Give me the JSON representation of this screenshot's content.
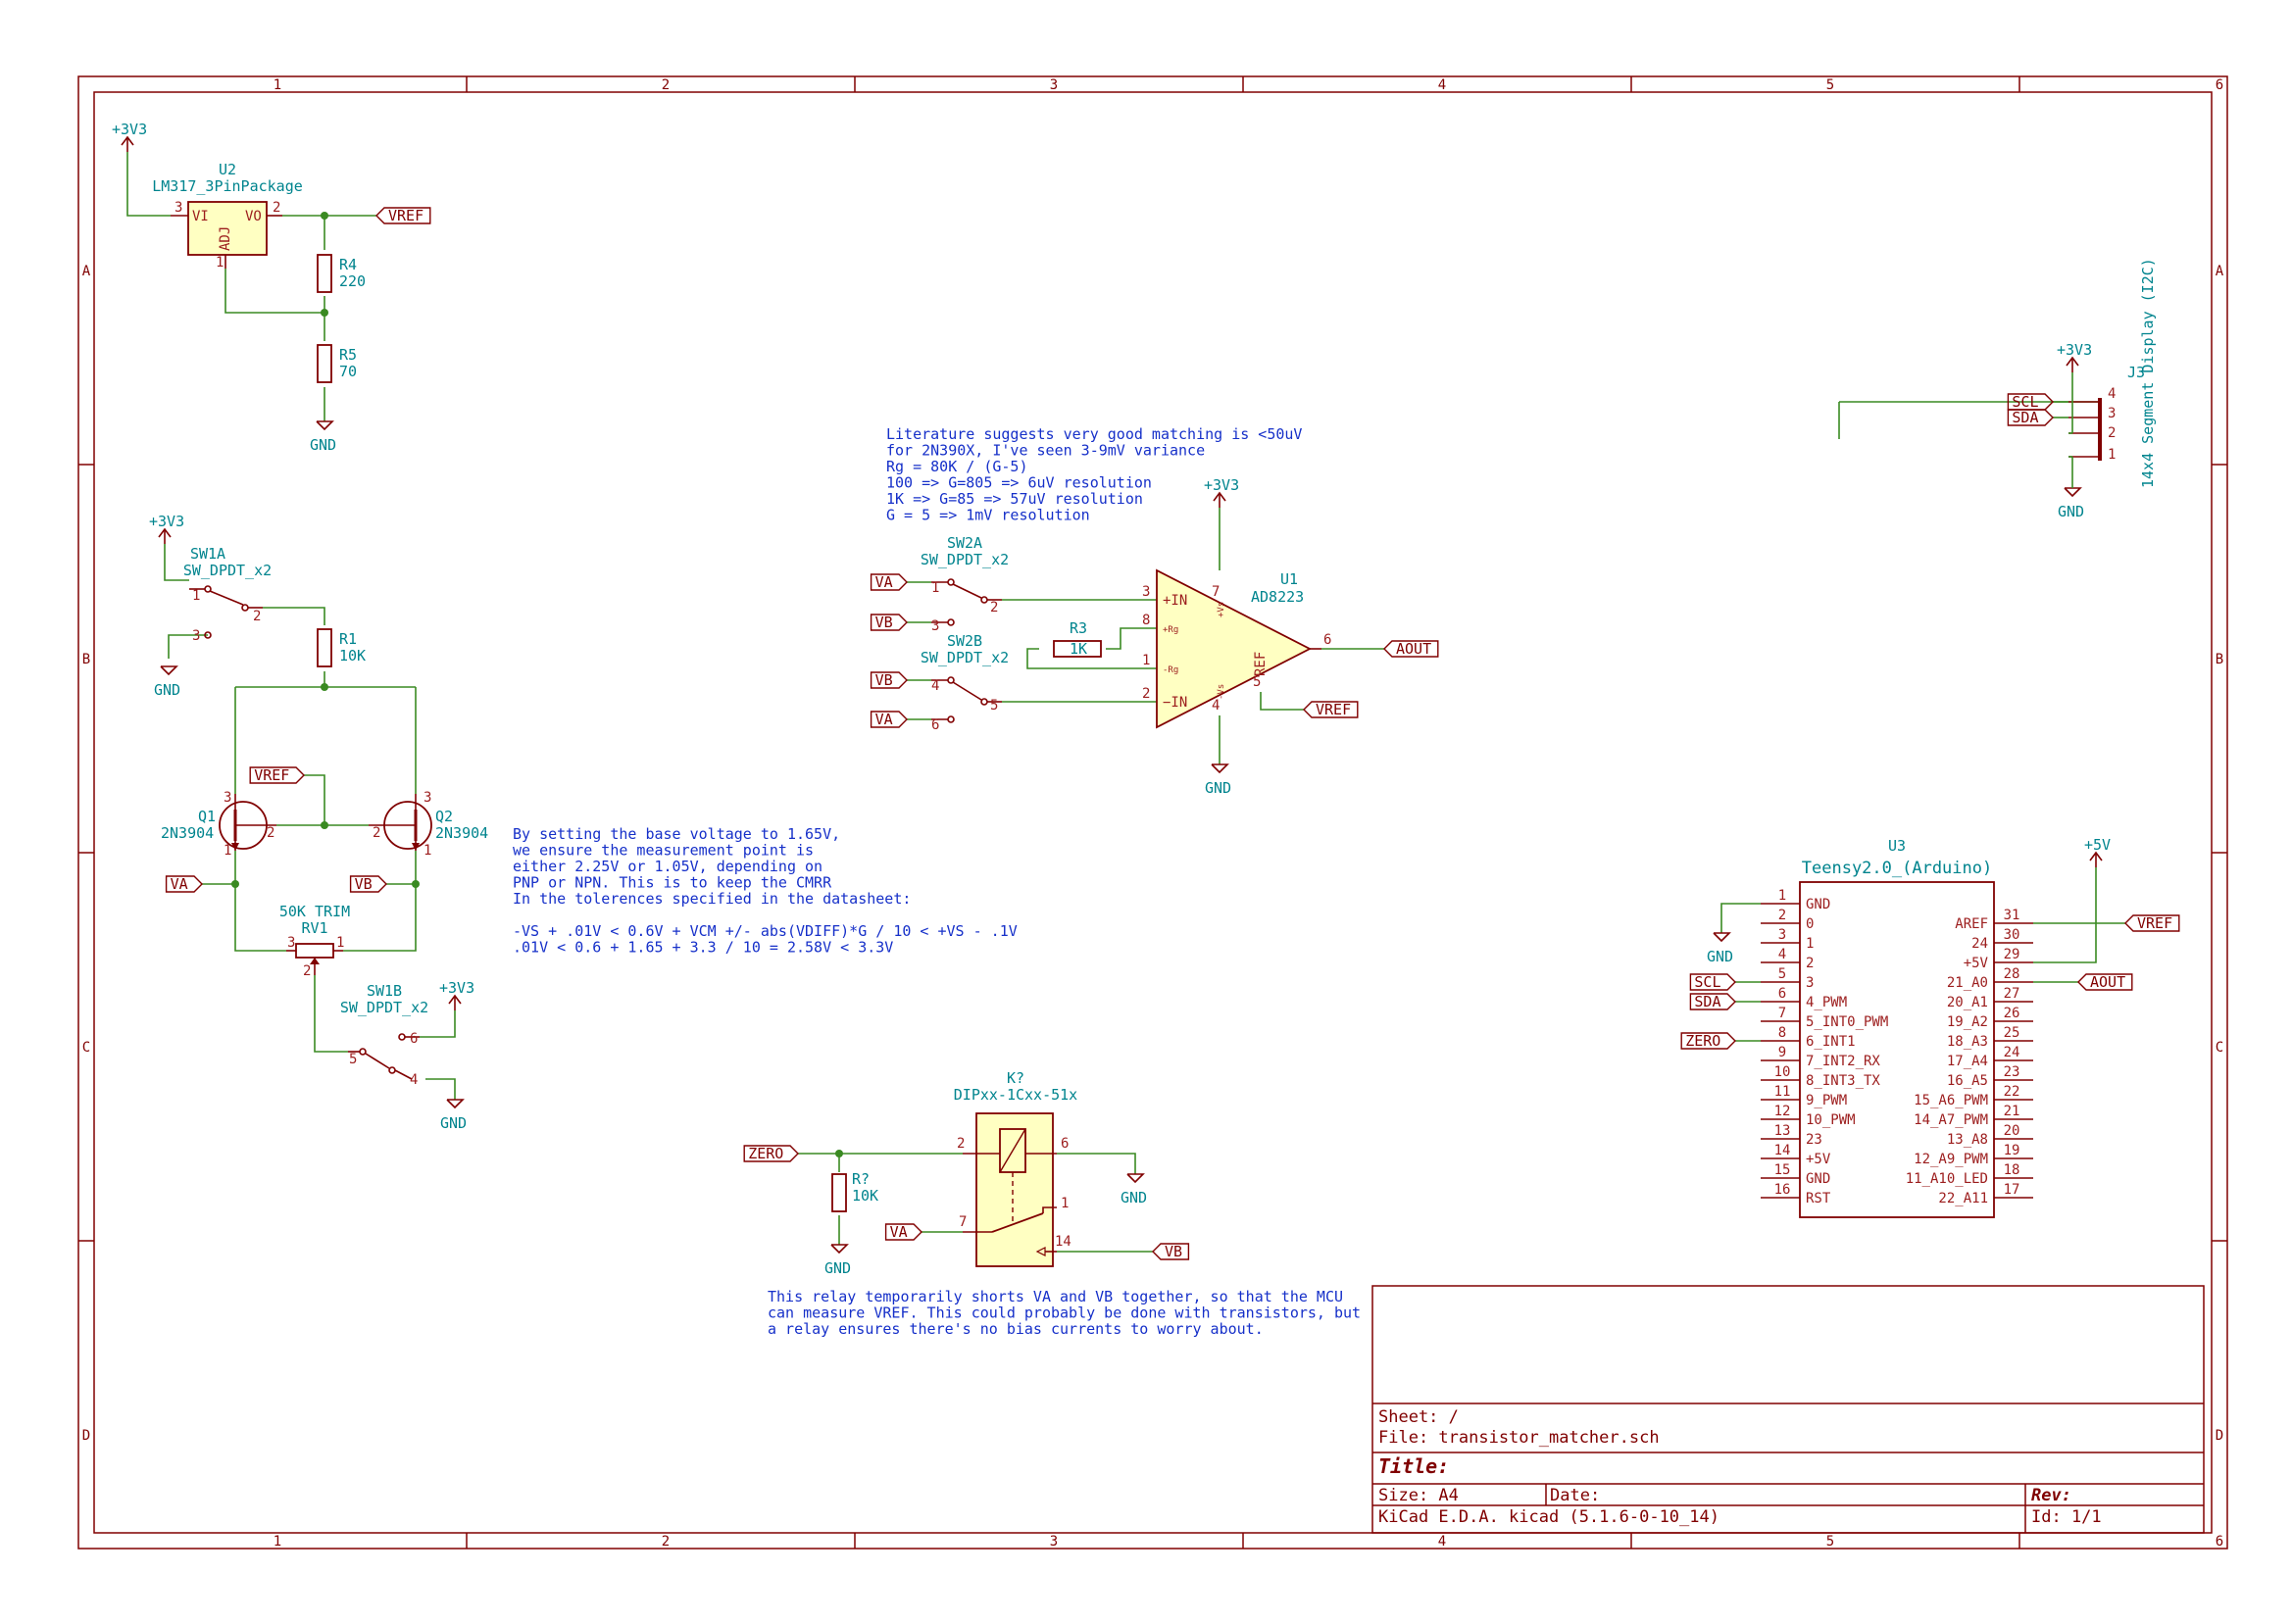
{
  "frame": {
    "cols": [
      "1",
      "2",
      "3",
      "4",
      "5",
      "6"
    ],
    "rows": [
      "A",
      "B",
      "C",
      "D"
    ]
  },
  "power": {
    "v3v3": "+3V3",
    "v5v": "+5V",
    "gnd": "GND"
  },
  "nets": {
    "vref": "VREF",
    "va": "VA",
    "vb": "VB",
    "aout": "AOUT",
    "scl": "SCL",
    "sda": "SDA",
    "zero": "ZERO"
  },
  "u2": {
    "ref": "U2",
    "value": "LM317_3PinPackage",
    "pin_vi": "VI",
    "pin_vo": "VO",
    "pin_adj": "ADJ",
    "n_vi": "3",
    "n_vo": "2",
    "n_adj": "1"
  },
  "r4": {
    "ref": "R4",
    "value": "220"
  },
  "r5": {
    "ref": "R5",
    "value": "70"
  },
  "r1": {
    "ref": "R1",
    "value": "10K"
  },
  "r3": {
    "ref": "R3",
    "value": "1K"
  },
  "rq": {
    "ref": "R?",
    "value": "10K"
  },
  "rv1": {
    "ref": "RV1",
    "value": "50K TRIM",
    "p1": "1",
    "p2": "2",
    "p3": "3"
  },
  "q1": {
    "ref": "Q1",
    "value": "2N3904",
    "p1": "1",
    "p2": "2",
    "p3": "3"
  },
  "q2": {
    "ref": "Q2",
    "value": "2N3904",
    "p1": "1",
    "p2": "2",
    "p3": "3"
  },
  "sw1a": {
    "ref": "SW1A",
    "value": "SW_DPDT_x2",
    "p1": "1",
    "p2": "2",
    "p3": "3"
  },
  "sw1b": {
    "ref": "SW1B",
    "value": "SW_DPDT_x2",
    "p4": "4",
    "p5": "5",
    "p6": "6"
  },
  "sw2a": {
    "ref": "SW2A",
    "value": "SW_DPDT_x2",
    "p1": "1",
    "p2": "2",
    "p3": "3"
  },
  "sw2b": {
    "ref": "SW2B",
    "value": "SW_DPDT_x2",
    "p4": "4",
    "p5": "5",
    "p6": "6"
  },
  "u1": {
    "ref": "U1",
    "value": "AD8223",
    "in_p": "+IN",
    "in_n": "−IN",
    "rg_p": "+Rg",
    "rg_n": "-Rg",
    "ref_pin": "REF",
    "vs_p": "+Vs",
    "vs_n": "-Vs",
    "n1": "1",
    "n2": "2",
    "n3": "3",
    "n4": "4",
    "n5": "5",
    "n6": "6",
    "n7": "7",
    "n8": "8"
  },
  "j3": {
    "ref": "J3",
    "value": "14x4 Segment Display (I2C)",
    "p1": "1",
    "p2": "2",
    "p3": "3",
    "p4": "4"
  },
  "k1": {
    "ref": "K?",
    "value": "DIPxx-1Cxx-51x",
    "p2": "2",
    "p6": "6",
    "p7": "7",
    "p1": "1",
    "p14": "14"
  },
  "u3": {
    "ref": "U3",
    "value": "Teensy2.0_(Arduino)",
    "left": [
      {
        "num": "1",
        "name": "GND"
      },
      {
        "num": "2",
        "name": "0"
      },
      {
        "num": "3",
        "name": "1"
      },
      {
        "num": "4",
        "name": "2"
      },
      {
        "num": "5",
        "name": "3"
      },
      {
        "num": "6",
        "name": "4_PWM"
      },
      {
        "num": "7",
        "name": "5_INT0_PWM"
      },
      {
        "num": "8",
        "name": "6_INT1"
      },
      {
        "num": "9",
        "name": "7_INT2_RX"
      },
      {
        "num": "10",
        "name": "8_INT3_TX"
      },
      {
        "num": "11",
        "name": "9_PWM"
      },
      {
        "num": "12",
        "name": "10_PWM"
      },
      {
        "num": "13",
        "name": "23"
      },
      {
        "num": "14",
        "name": "+5V"
      },
      {
        "num": "15",
        "name": "GND"
      },
      {
        "num": "16",
        "name": "RST"
      }
    ],
    "right": [
      {
        "num": "31",
        "name": "AREF"
      },
      {
        "num": "30",
        "name": "24"
      },
      {
        "num": "29",
        "name": "+5V"
      },
      {
        "num": "28",
        "name": "21_A0"
      },
      {
        "num": "27",
        "name": "20_A1"
      },
      {
        "num": "26",
        "name": "19_A2"
      },
      {
        "num": "25",
        "name": "18_A3"
      },
      {
        "num": "24",
        "name": "17_A4"
      },
      {
        "num": "23",
        "name": "16_A5"
      },
      {
        "num": "22",
        "name": "15_A6_PWM"
      },
      {
        "num": "21",
        "name": "14_A7_PWM"
      },
      {
        "num": "20",
        "name": "13_A8"
      },
      {
        "num": "19",
        "name": "12_A9_PWM"
      },
      {
        "num": "18",
        "name": "11_A10_LED"
      },
      {
        "num": "17",
        "name": "22_A11"
      }
    ]
  },
  "notes": {
    "gain": [
      "Literature suggests very good matching is <50uV",
      "for 2N390X, I've seen 3-9mV variance",
      "Rg = 80K / (G-5)",
      "100 => G=805 => 6uV resolution",
      "1K => G=85 => 57uV resolution",
      "G = 5 => 1mV resolution"
    ],
    "bias": [
      "By setting the base voltage to 1.65V,",
      "we ensure the measurement point is",
      "either 2.25V or 1.05V, depending on",
      "PNP or NPN. This is to keep the CMRR",
      "In the tolerences specified in the datasheet:",
      "",
      "-VS + .01V  <  0.6V + VCM +/- abs(VDIFF)*G / 10  <  +VS - .1V",
      ".01V  <  0.6 + 1.65 + 3.3 / 10 = 2.58V  <  3.3V"
    ],
    "relay": [
      "This relay temporarily shorts VA and VB together, so that the MCU",
      "can measure VREF. This could probably be done with transistors, but",
      "a relay ensures there's no bias currents to worry about."
    ]
  },
  "title_block": {
    "sheet": "Sheet: /",
    "file": "File: transistor_matcher.sch",
    "title": "Title:",
    "size": "Size: A4",
    "date": "Date:",
    "rev": "Rev:",
    "tool": "KiCad E.D.A.  kicad (5.1.6-0-10_14)",
    "id": "Id: 1/1"
  }
}
